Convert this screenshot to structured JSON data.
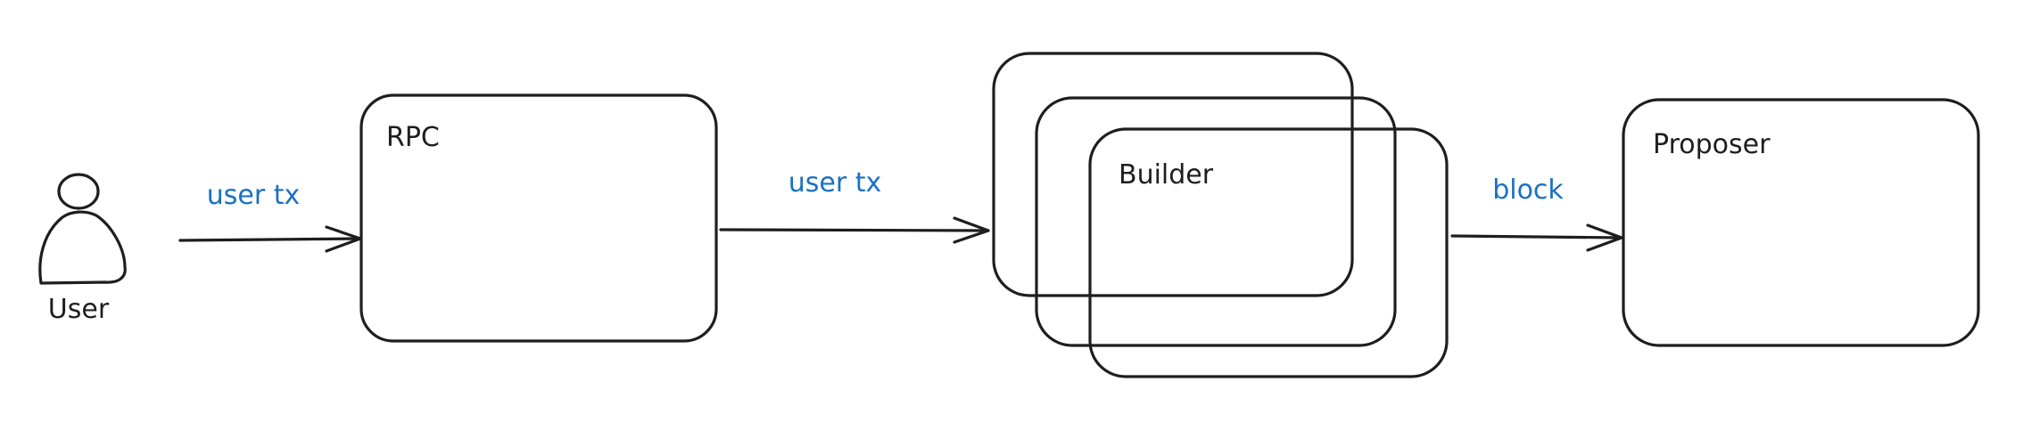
{
  "nodes": {
    "user": {
      "label": "User"
    },
    "rpc": {
      "label": "RPC"
    },
    "builder": {
      "label": "Builder"
    },
    "proposer": {
      "label": "Proposer"
    }
  },
  "edges": {
    "user_to_rpc": {
      "label": "user tx"
    },
    "rpc_to_builder": {
      "label": "user tx"
    },
    "builder_to_proposer": {
      "label": "block"
    }
  },
  "colors": {
    "stroke": "#1e1e1e",
    "edge_label": "#1971c2",
    "background": "#ffffff"
  }
}
